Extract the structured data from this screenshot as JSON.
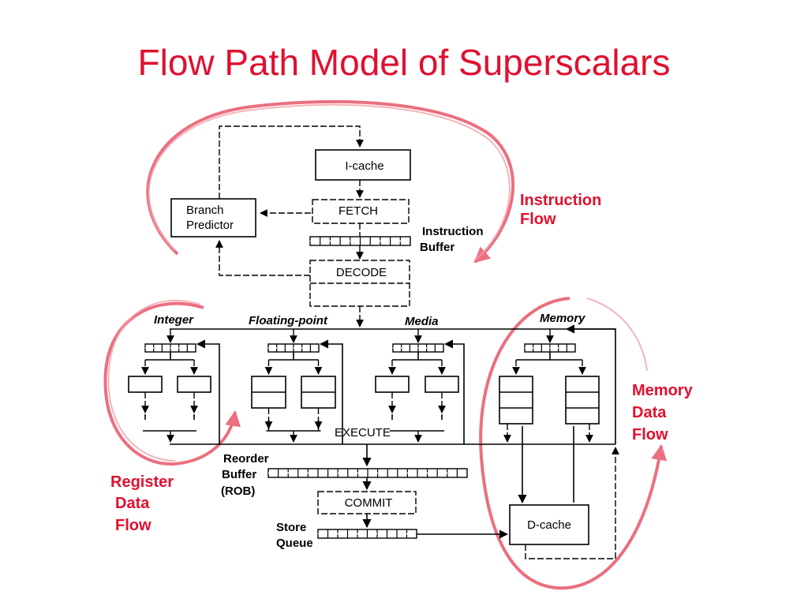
{
  "title": "Flow Path Model of Superscalars",
  "colors": {
    "accent": "#e0102f",
    "loop": "#e8576a"
  },
  "stages": {
    "icache": "I-cache",
    "fetch": "FETCH",
    "decode": "DECODE",
    "execute": "EXECUTE",
    "commit": "COMMIT",
    "dcache": "D-cache"
  },
  "branch_predictor": [
    "Branch",
    "Predictor"
  ],
  "instruction_buffer": [
    "Instruction",
    "Buffer"
  ],
  "units": {
    "integer": "Integer",
    "floating_point": "Floating-point",
    "media": "Media",
    "memory": "Memory"
  },
  "reorder_buffer": [
    "Reorder",
    "Buffer",
    "(ROB)"
  ],
  "store_queue": [
    "Store",
    "Queue"
  ],
  "flows": {
    "instruction": [
      "Instruction",
      "Flow"
    ],
    "register": [
      "Register",
      "Data",
      "Flow"
    ],
    "memory": [
      "Memory",
      "Data",
      "Flow"
    ]
  }
}
